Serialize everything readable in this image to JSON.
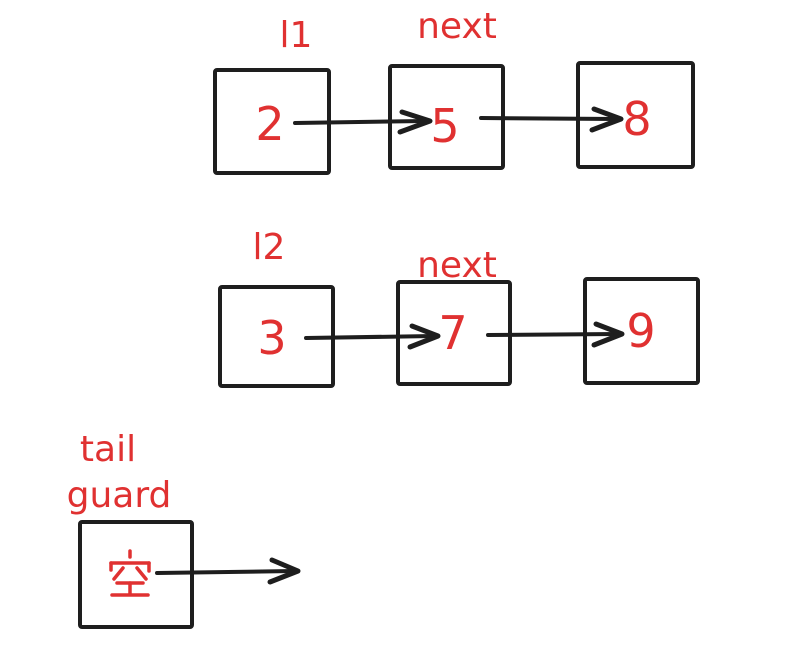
{
  "diagram": {
    "type": "linked-list-sketch",
    "colors": {
      "background": "#ffffff",
      "shape_stroke": "#1e1e1e",
      "text": "#e03131"
    },
    "lists": [
      {
        "name": "l1",
        "pointer_label": "next",
        "nodes": [
          "2",
          "5",
          "8"
        ]
      },
      {
        "name": "l2",
        "pointer_label": "next",
        "nodes": [
          "3",
          "7",
          "9"
        ]
      }
    ],
    "tail_guard": {
      "labels": [
        "tail",
        "guard"
      ],
      "node_value": "空"
    }
  }
}
